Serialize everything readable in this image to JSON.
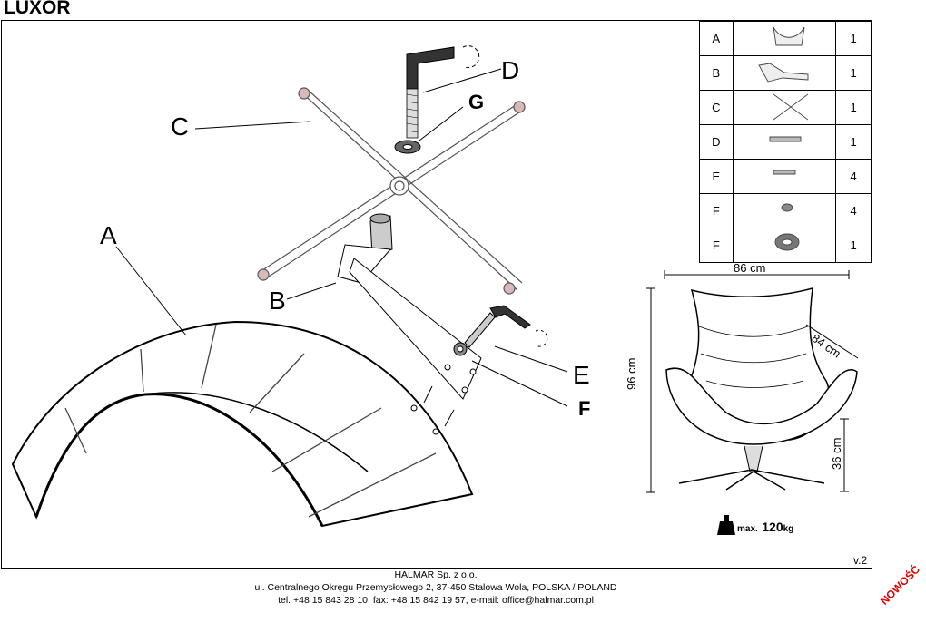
{
  "title": "LUXOR",
  "callouts": {
    "A": "A",
    "B": "B",
    "C": "C",
    "D": "D",
    "E": "E",
    "F": "F",
    "G": "G"
  },
  "parts": [
    {
      "label": "A",
      "icon": "seat-shell-icon",
      "qty": "1"
    },
    {
      "label": "B",
      "icon": "base-column-icon",
      "qty": "1"
    },
    {
      "label": "C",
      "icon": "star-base-icon",
      "qty": "1"
    },
    {
      "label": "D",
      "icon": "long-bolt-icon",
      "qty": "1"
    },
    {
      "label": "E",
      "icon": "short-bolt-icon",
      "qty": "4"
    },
    {
      "label": "F",
      "icon": "small-washer-icon",
      "qty": "4"
    },
    {
      "label": "F",
      "icon": "large-washer-icon",
      "qty": "1"
    }
  ],
  "dimensions": {
    "width": "86 cm",
    "height": "96 cm",
    "depth": "84 cm",
    "seat_height": "36 cm"
  },
  "max_load": {
    "prefix": "max.",
    "value": "120",
    "unit": "kg"
  },
  "version": "v.2",
  "footer": {
    "company": "HALMAR Sp. z o.o.",
    "address": "ul. Centralnego Okręgu Przemysłowego 2, 37-450 Stalowa Wola, POLSKA / POLAND",
    "contact": "tel. +48 15 843 28 10, fax: +48 15 842 19 57, e-mail: office@halmar.com.pl"
  },
  "stamp": "NOWOŚĆ"
}
